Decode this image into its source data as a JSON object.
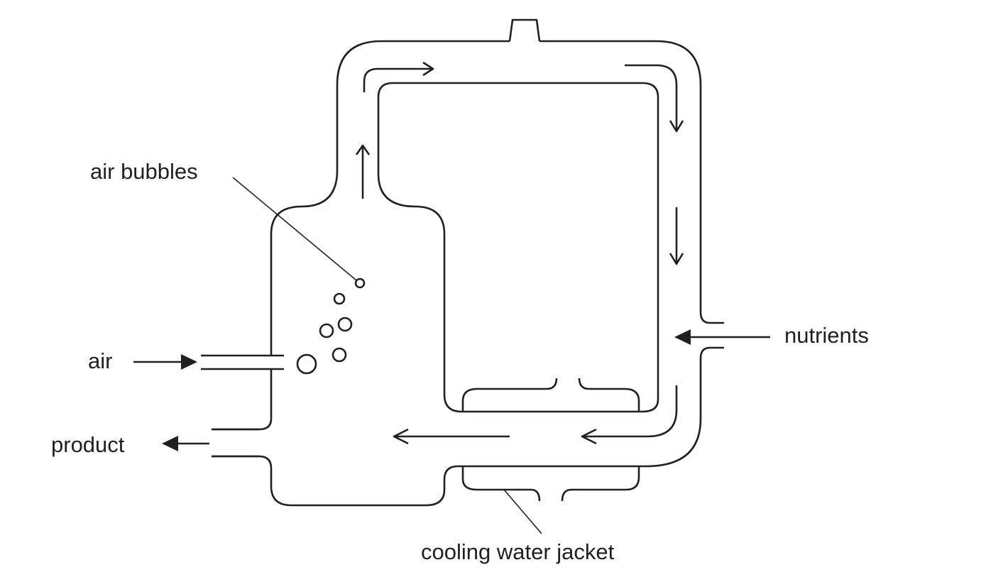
{
  "diagram": {
    "title": "Airlift fermenter",
    "labels": {
      "air_bubbles": "air bubbles",
      "air": "air",
      "product": "product",
      "nutrients": "nutrients",
      "cooling_water_jacket": "cooling water jacket"
    },
    "colors": {
      "line": "#231f20",
      "background": "#ffffff"
    }
  }
}
